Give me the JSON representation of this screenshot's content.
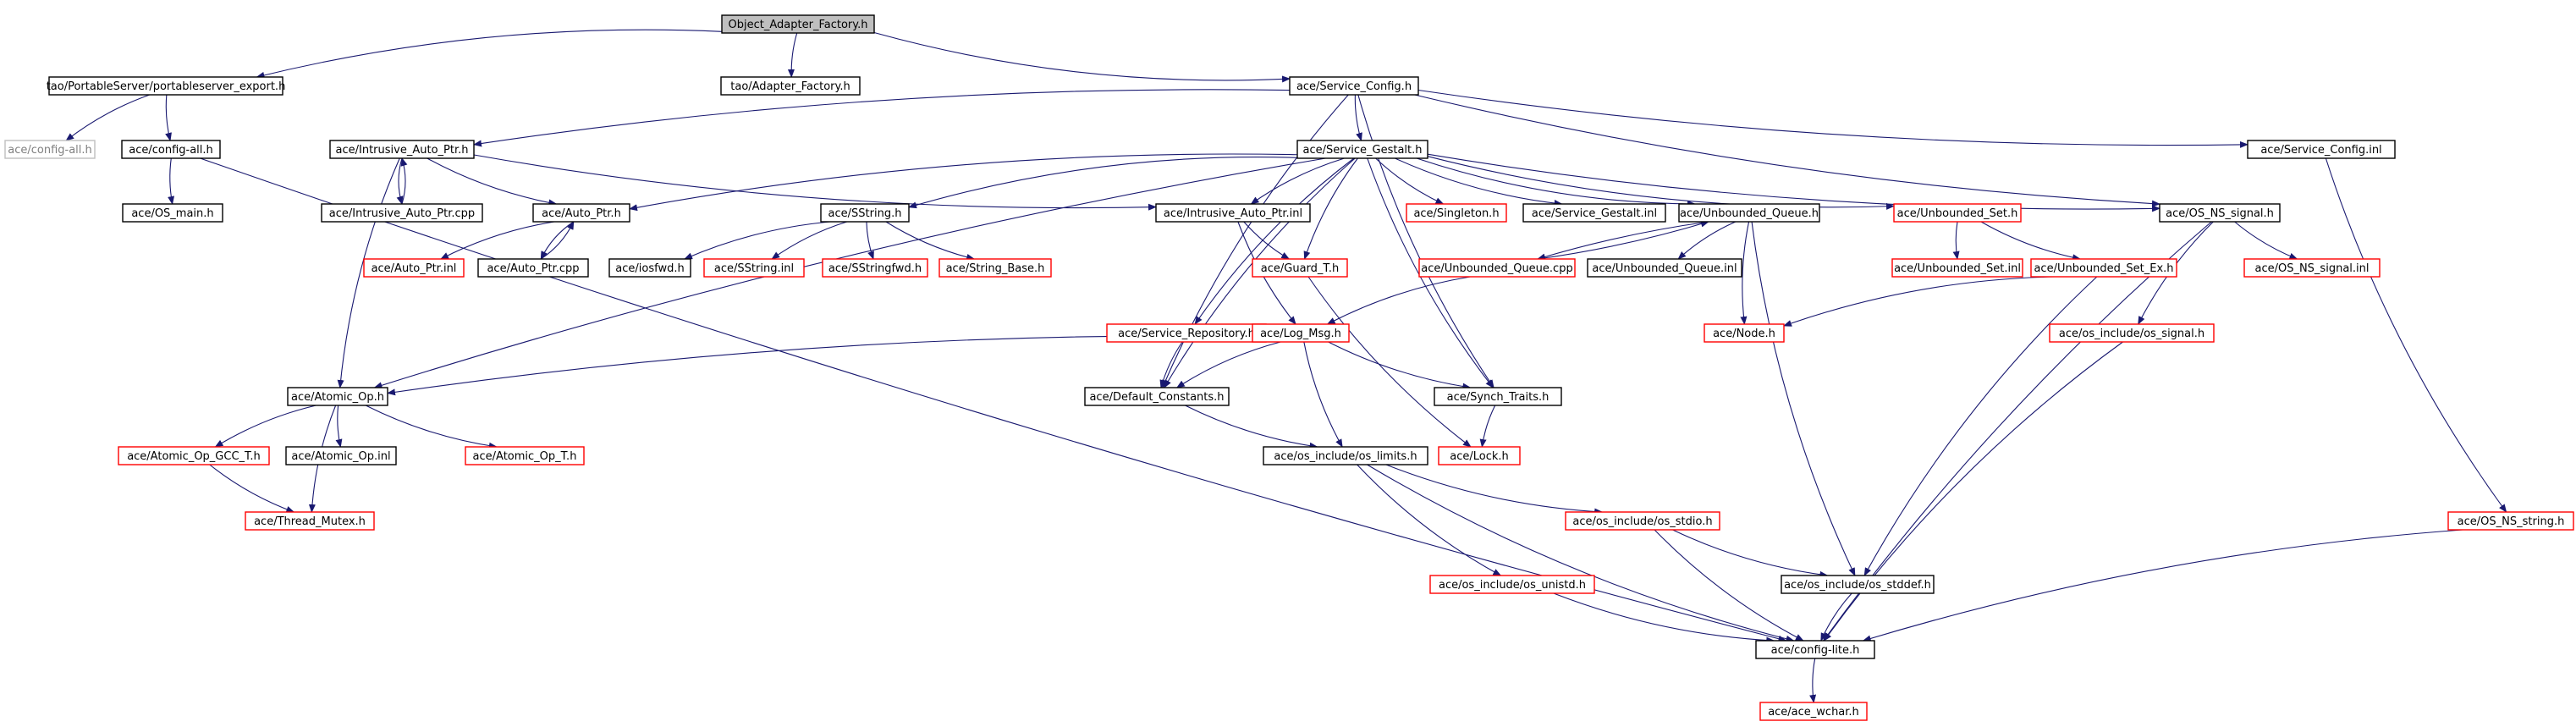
{
  "diagram": {
    "colors": {
      "default_border": "#000000",
      "missing_border": "#ff0000",
      "external_border": "#bfbfbf",
      "external_text": "#808080",
      "root_fill": "#bfbfbf",
      "edge": "#191970"
    },
    "nodes": [
      {
        "id": "root",
        "label": "Object_Adapter_Factory.h",
        "kind": "root"
      },
      {
        "id": "pse",
        "label": "tao/PortableServer/portableserver_export.h",
        "kind": "normal"
      },
      {
        "id": "af",
        "label": "tao/Adapter_Factory.h",
        "kind": "normal"
      },
      {
        "id": "sc",
        "label": "ace/Service_Config.h",
        "kind": "normal"
      },
      {
        "id": "cfgall_ext",
        "label": "ace/config-all.h",
        "kind": "external"
      },
      {
        "id": "cfgall",
        "label": "ace/config-all.h",
        "kind": "normal"
      },
      {
        "id": "iap",
        "label": "ace/Intrusive_Auto_Ptr.h",
        "kind": "normal"
      },
      {
        "id": "sg",
        "label": "ace/Service_Gestalt.h",
        "kind": "normal"
      },
      {
        "id": "scinl",
        "label": "ace/Service_Config.inl",
        "kind": "normal"
      },
      {
        "id": "osmain",
        "label": "ace/OS_main.h",
        "kind": "normal"
      },
      {
        "id": "iapcpp",
        "label": "ace/Intrusive_Auto_Ptr.cpp",
        "kind": "normal"
      },
      {
        "id": "ap",
        "label": "ace/Auto_Ptr.h",
        "kind": "normal"
      },
      {
        "id": "ss",
        "label": "ace/SString.h",
        "kind": "normal"
      },
      {
        "id": "iapinl",
        "label": "ace/Intrusive_Auto_Ptr.inl",
        "kind": "normal"
      },
      {
        "id": "singleton",
        "label": "ace/Singleton.h",
        "kind": "missing"
      },
      {
        "id": "sginl",
        "label": "ace/Service_Gestalt.inl",
        "kind": "normal"
      },
      {
        "id": "uq",
        "label": "ace/Unbounded_Queue.h",
        "kind": "normal"
      },
      {
        "id": "us",
        "label": "ace/Unbounded_Set.h",
        "kind": "missing"
      },
      {
        "id": "osns",
        "label": "ace/OS_NS_signal.h",
        "kind": "normal"
      },
      {
        "id": "apinl",
        "label": "ace/Auto_Ptr.inl",
        "kind": "missing"
      },
      {
        "id": "apcpp",
        "label": "ace/Auto_Ptr.cpp",
        "kind": "normal"
      },
      {
        "id": "iosfwd",
        "label": "ace/iosfwd.h",
        "kind": "normal"
      },
      {
        "id": "ssinl",
        "label": "ace/SString.inl",
        "kind": "missing"
      },
      {
        "id": "ssfwd",
        "label": "ace/SStringfwd.h",
        "kind": "missing"
      },
      {
        "id": "strbase",
        "label": "ace/String_Base.h",
        "kind": "missing"
      },
      {
        "id": "guard",
        "label": "ace/Guard_T.h",
        "kind": "missing"
      },
      {
        "id": "uqcpp",
        "label": "ace/Unbounded_Queue.cpp",
        "kind": "missing"
      },
      {
        "id": "uqinl",
        "label": "ace/Unbounded_Queue.inl",
        "kind": "normal"
      },
      {
        "id": "usinl",
        "label": "ace/Unbounded_Set.inl",
        "kind": "missing"
      },
      {
        "id": "usex",
        "label": "ace/Unbounded_Set_Ex.h",
        "kind": "missing"
      },
      {
        "id": "osnsinl",
        "label": "ace/OS_NS_signal.inl",
        "kind": "missing"
      },
      {
        "id": "srep",
        "label": "ace/Service_Repository.h",
        "kind": "missing"
      },
      {
        "id": "logmsg",
        "label": "ace/Log_Msg.h",
        "kind": "missing"
      },
      {
        "id": "node",
        "label": "ace/Node.h",
        "kind": "missing"
      },
      {
        "id": "ossig",
        "label": "ace/os_include/os_signal.h",
        "kind": "missing"
      },
      {
        "id": "atomic",
        "label": "ace/Atomic_Op.h",
        "kind": "normal"
      },
      {
        "id": "defc",
        "label": "ace/Default_Constants.h",
        "kind": "normal"
      },
      {
        "id": "synch",
        "label": "ace/Synch_Traits.h",
        "kind": "normal"
      },
      {
        "id": "aogcc",
        "label": "ace/Atomic_Op_GCC_T.h",
        "kind": "missing"
      },
      {
        "id": "aoinl",
        "label": "ace/Atomic_Op.inl",
        "kind": "normal"
      },
      {
        "id": "aot",
        "label": "ace/Atomic_Op_T.h",
        "kind": "missing"
      },
      {
        "id": "oslimits",
        "label": "ace/os_include/os_limits.h",
        "kind": "normal"
      },
      {
        "id": "lock",
        "label": "ace/Lock.h",
        "kind": "missing"
      },
      {
        "id": "tmutex",
        "label": "ace/Thread_Mutex.h",
        "kind": "missing"
      },
      {
        "id": "osstdio",
        "label": "ace/os_include/os_stdio.h",
        "kind": "missing"
      },
      {
        "id": "osnsstr",
        "label": "ace/OS_NS_string.h",
        "kind": "missing"
      },
      {
        "id": "osunistd",
        "label": "ace/os_include/os_unistd.h",
        "kind": "missing"
      },
      {
        "id": "osstddef",
        "label": "ace/os_include/os_stddef.h",
        "kind": "normal"
      },
      {
        "id": "cfglite",
        "label": "ace/config-lite.h",
        "kind": "normal"
      },
      {
        "id": "wchar",
        "label": "ace/ace_wchar.h",
        "kind": "missing"
      }
    ],
    "edges": [
      [
        "root",
        "pse"
      ],
      [
        "root",
        "af"
      ],
      [
        "root",
        "sc"
      ],
      [
        "pse",
        "cfgall_ext"
      ],
      [
        "pse",
        "cfgall"
      ],
      [
        "cfgall",
        "osmain"
      ],
      [
        "cfgall",
        "cfglite"
      ],
      [
        "sc",
        "iap"
      ],
      [
        "sc",
        "sg"
      ],
      [
        "sc",
        "scinl"
      ],
      [
        "sc",
        "osns"
      ],
      [
        "sc",
        "defc"
      ],
      [
        "sc",
        "synch"
      ],
      [
        "iap",
        "iapcpp"
      ],
      [
        "iapcpp",
        "iap"
      ],
      [
        "iap",
        "ap"
      ],
      [
        "iap",
        "iapinl"
      ],
      [
        "iap",
        "atomic"
      ],
      [
        "sg",
        "atomic"
      ],
      [
        "sg",
        "ap"
      ],
      [
        "sg",
        "ss"
      ],
      [
        "sg",
        "iapinl"
      ],
      [
        "sg",
        "singleton"
      ],
      [
        "sg",
        "sginl"
      ],
      [
        "sg",
        "uq"
      ],
      [
        "sg",
        "us"
      ],
      [
        "sg",
        "osns"
      ],
      [
        "sg",
        "guard"
      ],
      [
        "sg",
        "srep"
      ],
      [
        "sg",
        "defc"
      ],
      [
        "sg",
        "synch"
      ],
      [
        "ap",
        "apinl"
      ],
      [
        "ap",
        "apcpp"
      ],
      [
        "apcpp",
        "ap"
      ],
      [
        "ss",
        "iosfwd"
      ],
      [
        "ss",
        "ssinl"
      ],
      [
        "ss",
        "ssfwd"
      ],
      [
        "ss",
        "strbase"
      ],
      [
        "iapinl",
        "guard"
      ],
      [
        "iapinl",
        "logmsg"
      ],
      [
        "uq",
        "uqcpp"
      ],
      [
        "uqcpp",
        "uq"
      ],
      [
        "uq",
        "uqinl"
      ],
      [
        "uq",
        "node"
      ],
      [
        "uq",
        "osstddef"
      ],
      [
        "us",
        "usinl"
      ],
      [
        "us",
        "usex"
      ],
      [
        "usex",
        "node"
      ],
      [
        "usex",
        "osstddef"
      ],
      [
        "osns",
        "osnsinl"
      ],
      [
        "osns",
        "ossig"
      ],
      [
        "osns",
        "cfglite"
      ],
      [
        "ossig",
        "cfglite"
      ],
      [
        "srep",
        "defc"
      ],
      [
        "uqcpp",
        "logmsg"
      ],
      [
        "guard",
        "lock"
      ],
      [
        "logmsg",
        "atomic"
      ],
      [
        "logmsg",
        "defc"
      ],
      [
        "logmsg",
        "synch"
      ],
      [
        "logmsg",
        "oslimits"
      ],
      [
        "atomic",
        "aogcc"
      ],
      [
        "atomic",
        "aoinl"
      ],
      [
        "atomic",
        "aot"
      ],
      [
        "atomic",
        "tmutex"
      ],
      [
        "aogcc",
        "tmutex"
      ],
      [
        "defc",
        "oslimits"
      ],
      [
        "synch",
        "lock"
      ],
      [
        "oslimits",
        "osstdio"
      ],
      [
        "oslimits",
        "osunistd"
      ],
      [
        "oslimits",
        "cfglite"
      ],
      [
        "osstdio",
        "osstddef"
      ],
      [
        "osstdio",
        "cfglite"
      ],
      [
        "osunistd",
        "cfglite"
      ],
      [
        "osstddef",
        "cfglite"
      ],
      [
        "scinl",
        "osnsstr"
      ],
      [
        "osnsstr",
        "cfglite"
      ],
      [
        "cfglite",
        "wchar"
      ]
    ]
  }
}
